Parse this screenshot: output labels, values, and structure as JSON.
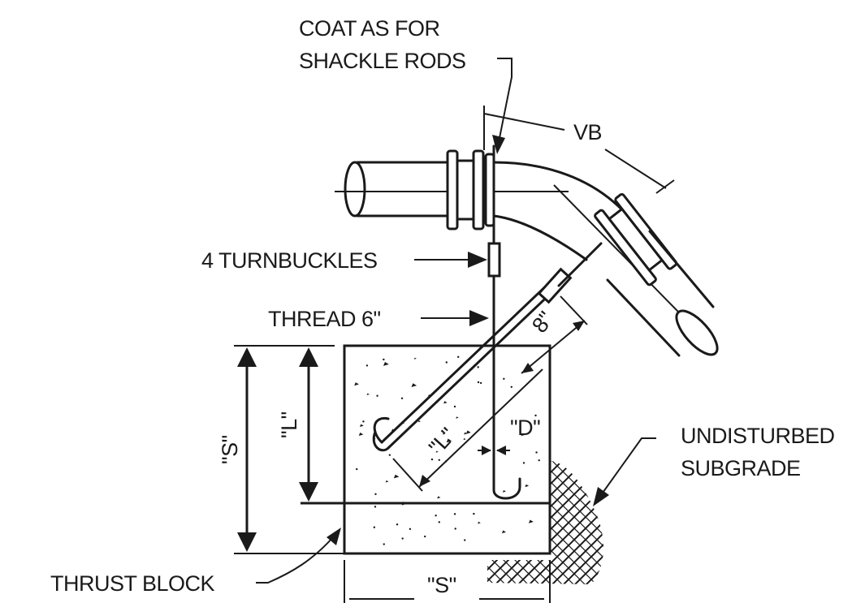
{
  "labels": {
    "coat_line1": "COAT AS FOR",
    "coat_line2": "SHACKLE RODS",
    "vb": "VB",
    "turnbuckles": "4 TURNBUCKLES",
    "thread": "THREAD 6\"",
    "eight": "8\"",
    "l_rod": "\"L\"",
    "d": "\"D\"",
    "s_left": "\"S\"",
    "l_left": "\"L\"",
    "s_bottom": "\"S\"",
    "undisturbed": "UNDISTURBED",
    "subgrade": "SUBGRADE",
    "thrust_block": "THRUST BLOCK"
  }
}
